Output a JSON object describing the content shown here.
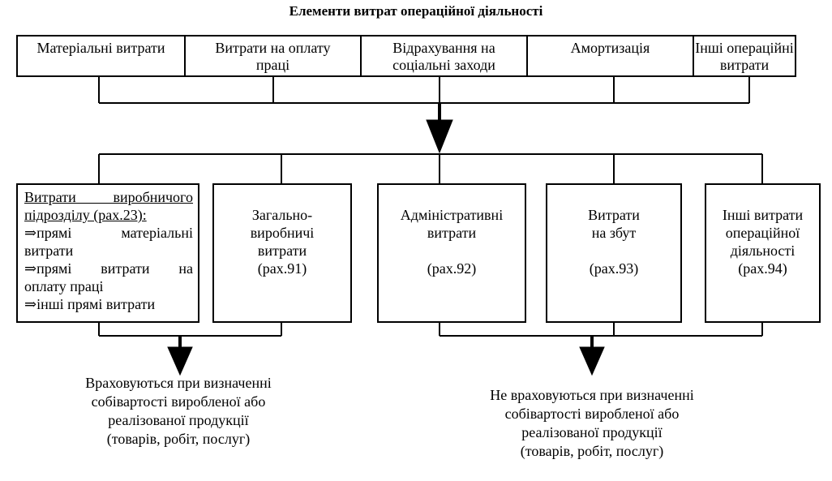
{
  "title": "Елементи витрат операційної діяльності",
  "elements": [
    {
      "line1": "Матеріальні витрати",
      "line2": ""
    },
    {
      "line1": "Витрати на оплату",
      "line2": "праці"
    },
    {
      "line1": "Відрахування на",
      "line2": "соціальні заходи"
    },
    {
      "line1": "Амортизація",
      "line2": ""
    },
    {
      "line1": "Інші операційні",
      "line2": "витрати"
    }
  ],
  "production_unit": {
    "title_line1": "Витрати виробничого",
    "title_line2": "підрозділу (рах.23):",
    "items": [
      {
        "line1": "⇒прямі матеріальні",
        "line2": "витрати"
      },
      {
        "line1": "⇒прямі витрати на",
        "line2": "оплату праці"
      },
      {
        "line1": "⇒інші прямі витрати",
        "line2": ""
      }
    ]
  },
  "cost_boxes": [
    {
      "line1": "Загально-",
      "line2": "виробничі",
      "line3": "витрати",
      "account": "(рах.91)"
    },
    {
      "line1": "Адміністративні",
      "line2": "витрати",
      "line3": "",
      "account": "(рах.92)"
    },
    {
      "line1": "Витрати",
      "line2": "на збут",
      "line3": "",
      "account": "(рах.93)"
    },
    {
      "line1": "Інші витрати",
      "line2": "операційної",
      "line3": "діяльності",
      "account": "(рах.94)"
    }
  ],
  "included_caption": [
    "Враховуються при визначенні",
    "собівартості виробленої або",
    "реалізованої продукції",
    "(товарів, робіт, послуг)"
  ],
  "excluded_caption": [
    "Не враховуються при визначенні",
    "собівартості виробленої або",
    "реалізованої продукції",
    "(товарів, робіт, послуг)"
  ]
}
